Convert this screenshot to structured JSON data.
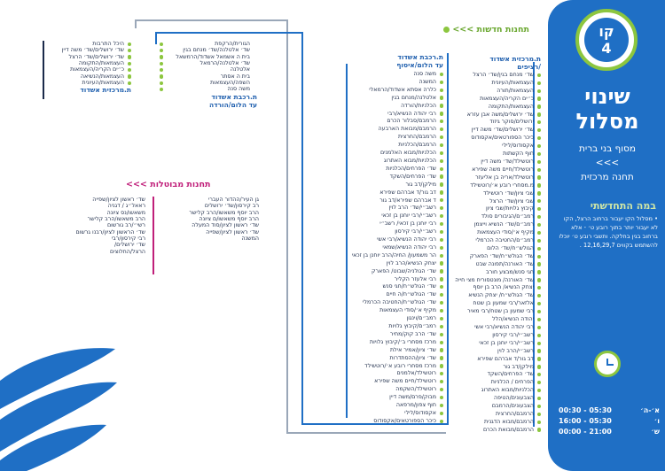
{
  "route": {
    "label": "קו",
    "number": "4"
  },
  "title": [
    "שינוי",
    "מסלול"
  ],
  "subtitle": [
    "מסוף בני ברית",
    ">>>",
    "תחנה מרכזית"
  ],
  "stage_heading": "במה התחדשתי",
  "stage_text": "• מסלול הקו יעבור ברחוב הרצל, הקו לא יעבור יותר בתוך רובע ט׳ - אלא ברחוב בגין בחלקה. ותשבי רובע ט׳ יוכלו להשתמש בקווים 12,16,29,7 .",
  "hours": [
    {
      "days": "א׳-ה׳",
      "range": "00:30 - 05:30"
    },
    {
      "days": "ו׳",
      "range": "16:00 - 05:30"
    },
    {
      "days": "ש׳",
      "range": "00:00 - 21:00"
    }
  ],
  "new_stations_heading": "תחנות חדשות",
  "cancelled_heading": "תחנות מבוטלות",
  "arrows": ">>>",
  "col_far_left": {
    "stations": [
      "היכל התרבות",
      "שד׳ ירושלים/שד׳ משה דיין",
      "שד׳ ירושלים/שד׳ הרצל",
      "העצמאות/התקומה",
      "כ״ים הקריה/העצמאות",
      "העצמאות/הנשיאה",
      "העצמאות/העיונית"
    ],
    "terminal": "ת.מרכזית אשדוד"
  },
  "col_green": {
    "stations": [
      "הגורית/הרקפת",
      "שד׳ אלטלנה/שד׳ מנחם בגין",
      "בית ה אשמאל אשדוד/הרמשאל",
      "שד׳ אלטלנה/הרמאל",
      "אלטלנה",
      "בית ה אסתר",
      "השפה/העצמאות",
      "משה סנה"
    ],
    "terminal": [
      "ת.רכבת אשדוד",
      "עד הלום/הורדה"
    ]
  },
  "col_cancelled": {
    "right": [
      "גן העיר/ההדור העברי",
      "רב קירסון/שד׳ ירושלים",
      "הרב יוסף משאשו/הרב קלישר",
      "הרב יוסף משאשו/ם ציונה",
      "שד׳ ראשון לציון/סוד המעלה",
      "שד׳ ראשון לציון/שפייה",
      "המשנה"
    ],
    "left": [
      "שד׳ ראשון לציון/שפייה",
      "ראאל״ג / דגניה",
      "משאשו/נס ציונה",
      "הרב משאשו/הרב קלישר",
      "רשי״/רב גורשום",
      "שד׳ הראשון לציון/רבנו גרשום",
      "רבי קירסון/רבי",
      "שד׳ ירושלים/",
      "הרצל/החלוצים"
    ]
  },
  "col_center": {
    "terminal": [
      "ת.רכבת אשדוד",
      "עד הלום/איסוף"
    ],
    "stations": [
      "משה סנה",
      "המשנה",
      "כלרה אסתא אשדוד/הרמאלי",
      "אלטלנה/מנחם בגין",
      "הכלניות/הורדה",
      "רבי יהודה הנשיא/רבי",
      "הרמבם/סבלור הכרם",
      "הרמבם/מבואת הארבעה",
      "הרמבם/החרצית",
      "הרמבם/הכלניות",
      "הכלניות/מבוא האלמנים",
      "הכלניות/מבוא האתרוג",
      "שד׳ הפרחים/הכלניות",
      "שד׳ הפרחים/השקד",
      "מילקן/דב גור",
      "דב גור/ד אברהם שפירא",
      "ד אברהם שפירא/דב גור",
      "רשב״י/שד׳ הרב לוין",
      "רשב״י/רבי יוחנן בן זכאי",
      "רבי יוחנן בן זכאי/ רשב״י",
      "רשב״י/רבי קירסון",
      "רבי יהודה הנשיא/רבי אשי",
      "רבי יהודה הנשיא/שמאי",
      "הר משמעון/ החיה/הרב יוחנן בן זכאי",
      "יצחק הנשיא/הרב לוין",
      "שד׳ הגולניה/שבוט/ הפארק",
      "רבי אלעזר הקליר",
      "שד׳ הגולש״ח/חגי סנש",
      "שד׳ הגולש״ח/ה חיים",
      "שד׳ הגולש״ח/החטיבה הכרמלי",
      "מקיף א׳/סודי העצמאות",
      "רמב״ם/וינגון",
      "רמב״ם/קיבוץ גלויות",
      "שד׳ הרב קוק/מחיר",
      "מרכז מסחרי ב׳/קיבוץ גלויות",
      "שד׳ ציון/אמיר אילת",
      "שד׳ ציון/ההסתדרות",
      "מרכז מסחרי רובע א׳/רוטשילד",
      "רוטשילד/אלמנים",
      "רוטשילד/חיים משה שפירא",
      "רוטשילד/השקמה",
      "מבוק/פרם/משה דיין",
      "חוף צפון/מרפאה",
      "אקסודוס/לילי",
      "כיכר הספורטאים/אקסודוס"
    ]
  },
  "col_right": {
    "terminal": [
      "ת.מרכזית אשדוד",
      "/רציפים"
    ],
    "stations": [
      "שד׳ מנחם בגין/שד׳ הרצל",
      "העצמאות/העיונית",
      "העצמאות/תורה",
      "כ״ים הקריה/העצמאות",
      "העצמאות/התקומה",
      "שד׳ ירושלים/משה אבן עזרא",
      "ירושלים/סוקר גיזוד",
      "שד׳ ירושלים/שד׳ משה דיין",
      "כיכר הספורטאים/אקסודוס",
      "אקסודוס/לילי",
      "חוף הקשתות",
      "רוטשילד/שד׳ משה דיין",
      "רוטשילד/חיים משה שפירא",
      "רוטשילד/אריה בן אליעזר",
      "מ.מסחרי רובע א׳/רוטשילד",
      "שבי ציון/שד׳ רוטשילד",
      "שבי ציון/שד׳ הרצל",
      "קיבוץ גלויות/שבי ציון",
      "רמב״ם/הגיבורים סולד",
      "רמב״ם/שד׳ הנשיא וייצמן",
      "מקיף א׳/סודי העצמאות",
      "רמב״ם/החטיבה הכרמלי",
      "הגולש״ח/שד׳ הלום",
      "שד׳ הגולש״ח/שד׳ הפארק",
      "שד׳ האורנה/תפונה שבט",
      "חגי סנש/מבצע חורב",
      "שד׳ האורנה/ מונטסוריח מצי חייה",
      "יצחק הנשיא/ הרב בן יוסף",
      "שד׳ הגולש״ח/ יצחק הנשיא",
      "אלזאר/רבי שמעון בן שטח",
      "רבי שמעון בן שטח/רבי מאיר",
      "יהודה הנשיא/הלל",
      "רבי יהודה הנשיא/רבי אשי",
      "רשב״י/רבי קירסון",
      "רשב״י/רבי יוחנן בן זכאי",
      "רשב״י/הרב לוין",
      "דב גור/ד אברהם שפירא",
      "מילקן/דב גור",
      "שד׳ הפרחים/השקד",
      "הפרחים / הכלניות",
      "הכלניות/מבוא האתרוג",
      "הצבעונים/הטיפה",
      "הצבעונים/הרמבם",
      "הרמבם/החרצית",
      "הרמבם/מבוא הדגנית",
      "הרמבם/מבואת הכרם"
    ]
  }
}
